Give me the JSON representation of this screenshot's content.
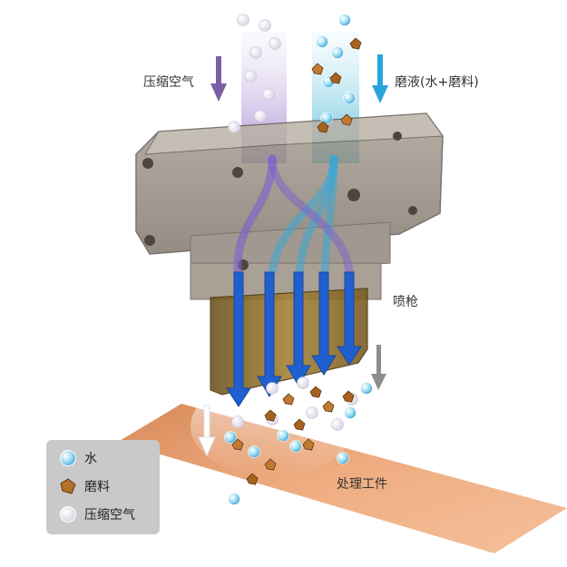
{
  "labels": {
    "compressed_air": "压缩空气",
    "slurry": "磨液(水+磨料)",
    "spray_gun": "喷枪",
    "workpiece": "处理工件"
  },
  "legend": {
    "items": [
      {
        "label": "水",
        "icon": "water-droplet-icon"
      },
      {
        "label": "磨料",
        "icon": "abrasive-particle-icon"
      },
      {
        "label": "压缩空气",
        "icon": "air-bubble-icon"
      }
    ]
  },
  "colors": {
    "air_arrow": "#7b5fa3",
    "slurry_arrow": "#2aa3dc",
    "jet_arrow": "#1f5fcf",
    "body": "#8a8176",
    "nozzle": "#8b6a2a",
    "workpiece": "#e8a070",
    "legend_bg": "#c9c9c9",
    "water": "#8fd3ee",
    "abrasive": "#b5702a",
    "air": "#f2eef6"
  }
}
